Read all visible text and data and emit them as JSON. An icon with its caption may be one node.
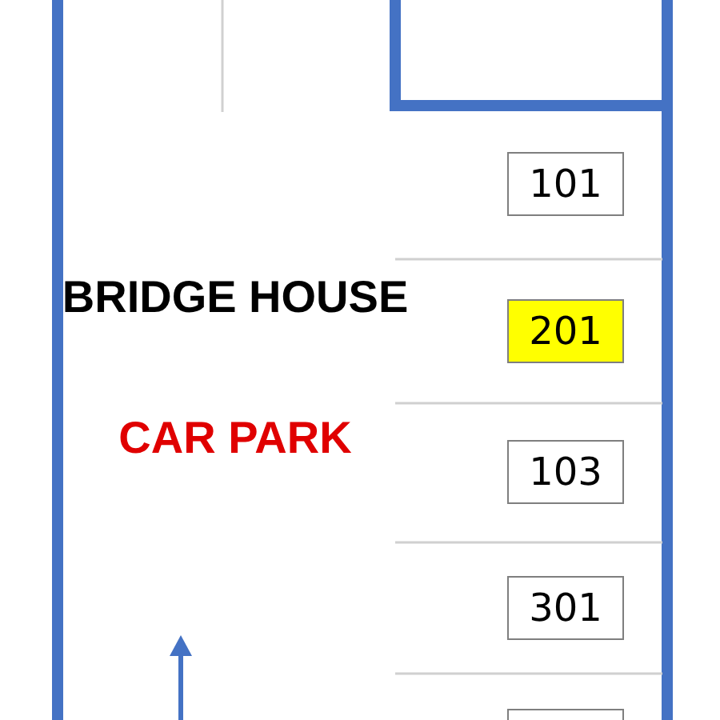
{
  "diagram": {
    "nodes": [
      {
        "text": [
          "101"
        ]
      },
      {
        "text": [
          "201"
        ]
      },
      {
        "text": [
          "103"
        ]
      },
      {
        "text": [
          "301"
        ]
      },
      {
        "text": [],
        "shape": "box"
      }
    ],
    "labels": [
      "BRIDGE HOUSE",
      "CAR PARK"
    ]
  }
}
